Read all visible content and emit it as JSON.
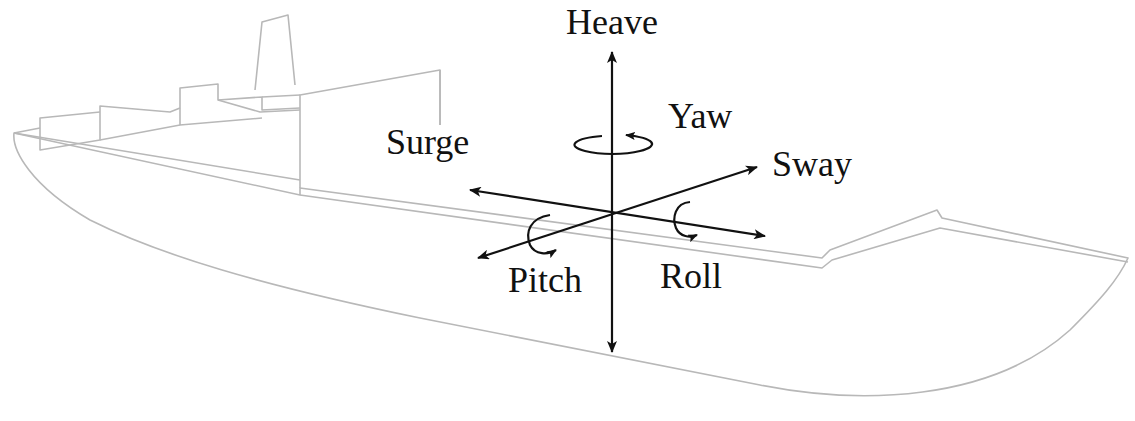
{
  "diagram": {
    "labels": [
      "Heave",
      "Yaw",
      "Surge",
      "Sway",
      "Pitch",
      "Roll"
    ]
  }
}
